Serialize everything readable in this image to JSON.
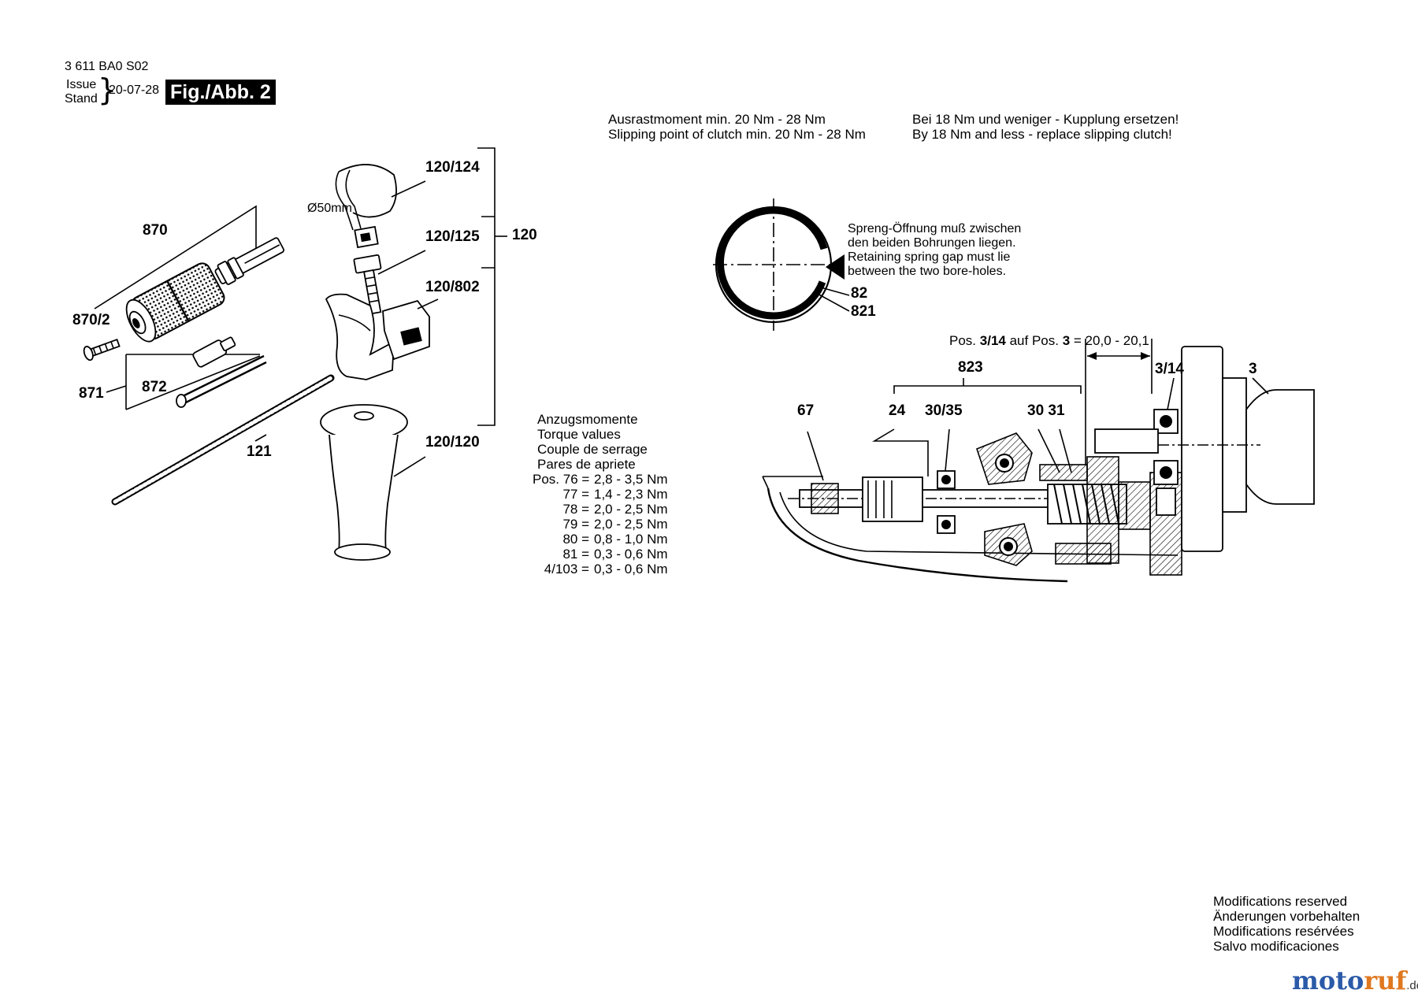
{
  "header": {
    "doc_number": "3 611 BA0 S02",
    "issue_label": "Issue",
    "stand_label": "Stand",
    "date": "20-07-28",
    "figure_badge": "Fig./Abb. 2"
  },
  "clutch_note": {
    "de_line": "Ausrastmoment min. 20 Nm - 28 Nm",
    "en_line": "Slipping point of clutch min. 20 Nm - 28 Nm"
  },
  "replace_note": {
    "de_line": "Bei 18 Nm und weniger - Kupplung ersetzen!",
    "en_line": "By 18 Nm and less - replace slipping clutch!"
  },
  "spring_note": {
    "lines": [
      "Spreng-Öffnung muß zwischen",
      "den beiden Bohrungen liegen.",
      "Retaining spring gap must lie",
      "between the two bore-holes."
    ]
  },
  "pos_note": {
    "prefix": "Pos.",
    "part_a": "3/14",
    "mid": "auf Pos.",
    "part_b": "3",
    "value": "= 20,0 - 20,1"
  },
  "torque": {
    "heading": [
      "Anzugsmomente",
      "Torque values",
      "Couple de serrage",
      "Pares de apriete"
    ],
    "rows": [
      {
        "pos": "Pos. 76 =",
        "value": "2,8 - 3,5 Nm"
      },
      {
        "pos": "77 =",
        "value": "1,4 - 2,3 Nm"
      },
      {
        "pos": "78 =",
        "value": "2,0 - 2,5 Nm"
      },
      {
        "pos": "79 =",
        "value": "2,0 - 2,5 Nm"
      },
      {
        "pos": "80 =",
        "value": "0,8 - 1,0 Nm"
      },
      {
        "pos": "81 =",
        "value": "0,3 - 0,6 Nm"
      },
      {
        "pos": "4/103 =",
        "value": "0,3 - 0,6 Nm"
      }
    ]
  },
  "modifications": [
    "Modifications reserved",
    "Änderungen vorbehalten",
    "Modifications resérvées",
    "Salvo modificaciones"
  ],
  "diameter_label": "Ø50mm",
  "part_labels": {
    "p870": "870",
    "p870_2": "870/2",
    "p871": "871",
    "p872": "872",
    "p121": "121",
    "p120": "120",
    "p120_124": "120/124",
    "p120_125": "120/125",
    "p120_802": "120/802",
    "p120_120": "120/120",
    "p82": "82",
    "p821": "821",
    "p823": "823",
    "p67": "67",
    "p24": "24",
    "p30_35": "30/35",
    "p30_31": "30 31",
    "p3_14": "3/14",
    "p3": "3"
  },
  "watermark": {
    "text_a": "moto",
    "text_b": "ruf",
    "suffix": ".de",
    "color_a": "#2b5aa8",
    "color_b": "#e07820"
  }
}
